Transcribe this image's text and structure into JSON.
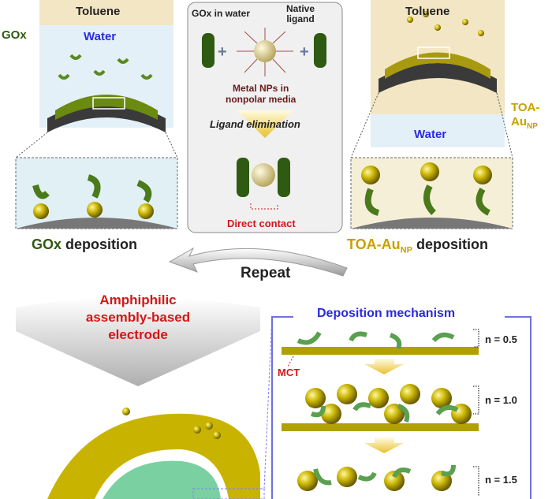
{
  "left_panel": {
    "toluene": "Toluene",
    "water": "Water",
    "gox_label": "GOx",
    "caption_gox": "GOx",
    "caption_rest": " deposition"
  },
  "center_panel": {
    "gox_in_water": "GOx in water",
    "native_ligand_1": "Native",
    "native_ligand_2": "ligand",
    "metal_nps_1": "Metal NPs in",
    "metal_nps_2": "nonpolar media",
    "ligand_elimination": "Ligand elimination",
    "direct_contact": "Direct contact"
  },
  "right_panel": {
    "toluene": "Toluene",
    "water": "Water",
    "toa_label_1": "TOA-",
    "toa_label_2": "Au",
    "toa_label_sub": "NP",
    "caption_toa": "TOA-Au",
    "caption_sub": "NP",
    "caption_rest": " deposition"
  },
  "repeat": "Repeat",
  "electrode_title": [
    "Amphiphilic",
    "assembly-based",
    "electrode"
  ],
  "mechanism": {
    "title": "Deposition mechanism",
    "mct": "MCT",
    "steps": [
      "n = 0.5",
      "n = 1.0",
      "n = 1.5"
    ]
  },
  "colors": {
    "gox": "#2f5a12",
    "gold": "#c8b400",
    "blue": "#2a2ae0",
    "red": "#d01818",
    "toa": "#c8a000"
  }
}
